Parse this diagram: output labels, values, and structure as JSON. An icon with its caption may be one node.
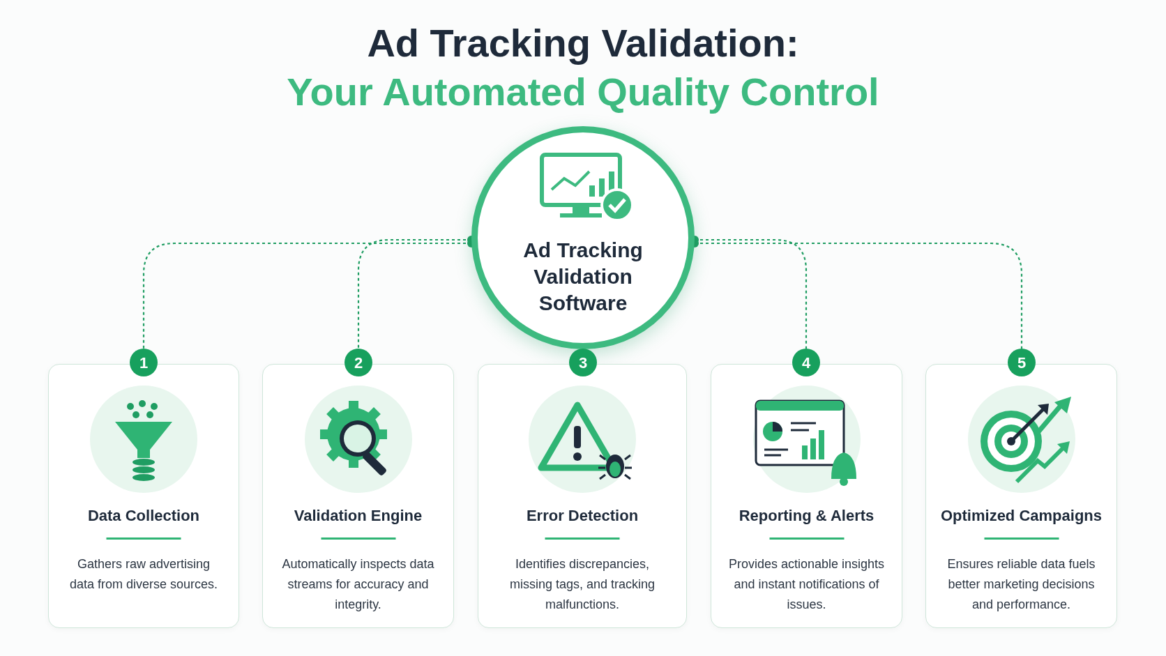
{
  "diagram": {
    "title": "Ad Tracking Validation:",
    "nodes": [
      {
        "text": [
          "Ad Tracking Validation Software"
        ]
      },
      {
        "text": [
          "1"
        ]
      },
      {
        "text": [
          "Data Collection",
          "Gathers raw advertising data from diverse sources."
        ]
      },
      {
        "text": [
          "2"
        ]
      },
      {
        "text": [
          "Validation Engine",
          "Automatically inspects data streams for accuracy and integrity."
        ]
      },
      {
        "text": [
          "3"
        ]
      },
      {
        "text": [
          "Error Detection",
          "Identifies discrepancies, missing tags, and tracking malfunctions."
        ]
      },
      {
        "text": [
          "4"
        ]
      },
      {
        "text": [
          "Reporting & Alerts",
          "Provides actionable insights and instant notifications of issues."
        ]
      },
      {
        "text": [
          "5"
        ]
      },
      {
        "text": [
          "Optimized Campaigns",
          "Ensures reliable data fuels better marketing decisions and performance."
        ]
      }
    ],
    "edges": [
      {
        "from": 0,
        "to": 1,
        "arrow": "other",
        "style": "dashed"
      },
      {
        "from": 0,
        "to": 3,
        "arrow": "other",
        "style": "dashed"
      },
      {
        "from": 0,
        "to": 7,
        "arrow": "other",
        "style": "dashed"
      },
      {
        "from": 0,
        "to": 9,
        "arrow": "other",
        "style": "dashed"
      }
    ],
    "labels": [
      "Your Automated Quality Control"
    ]
  }
}
